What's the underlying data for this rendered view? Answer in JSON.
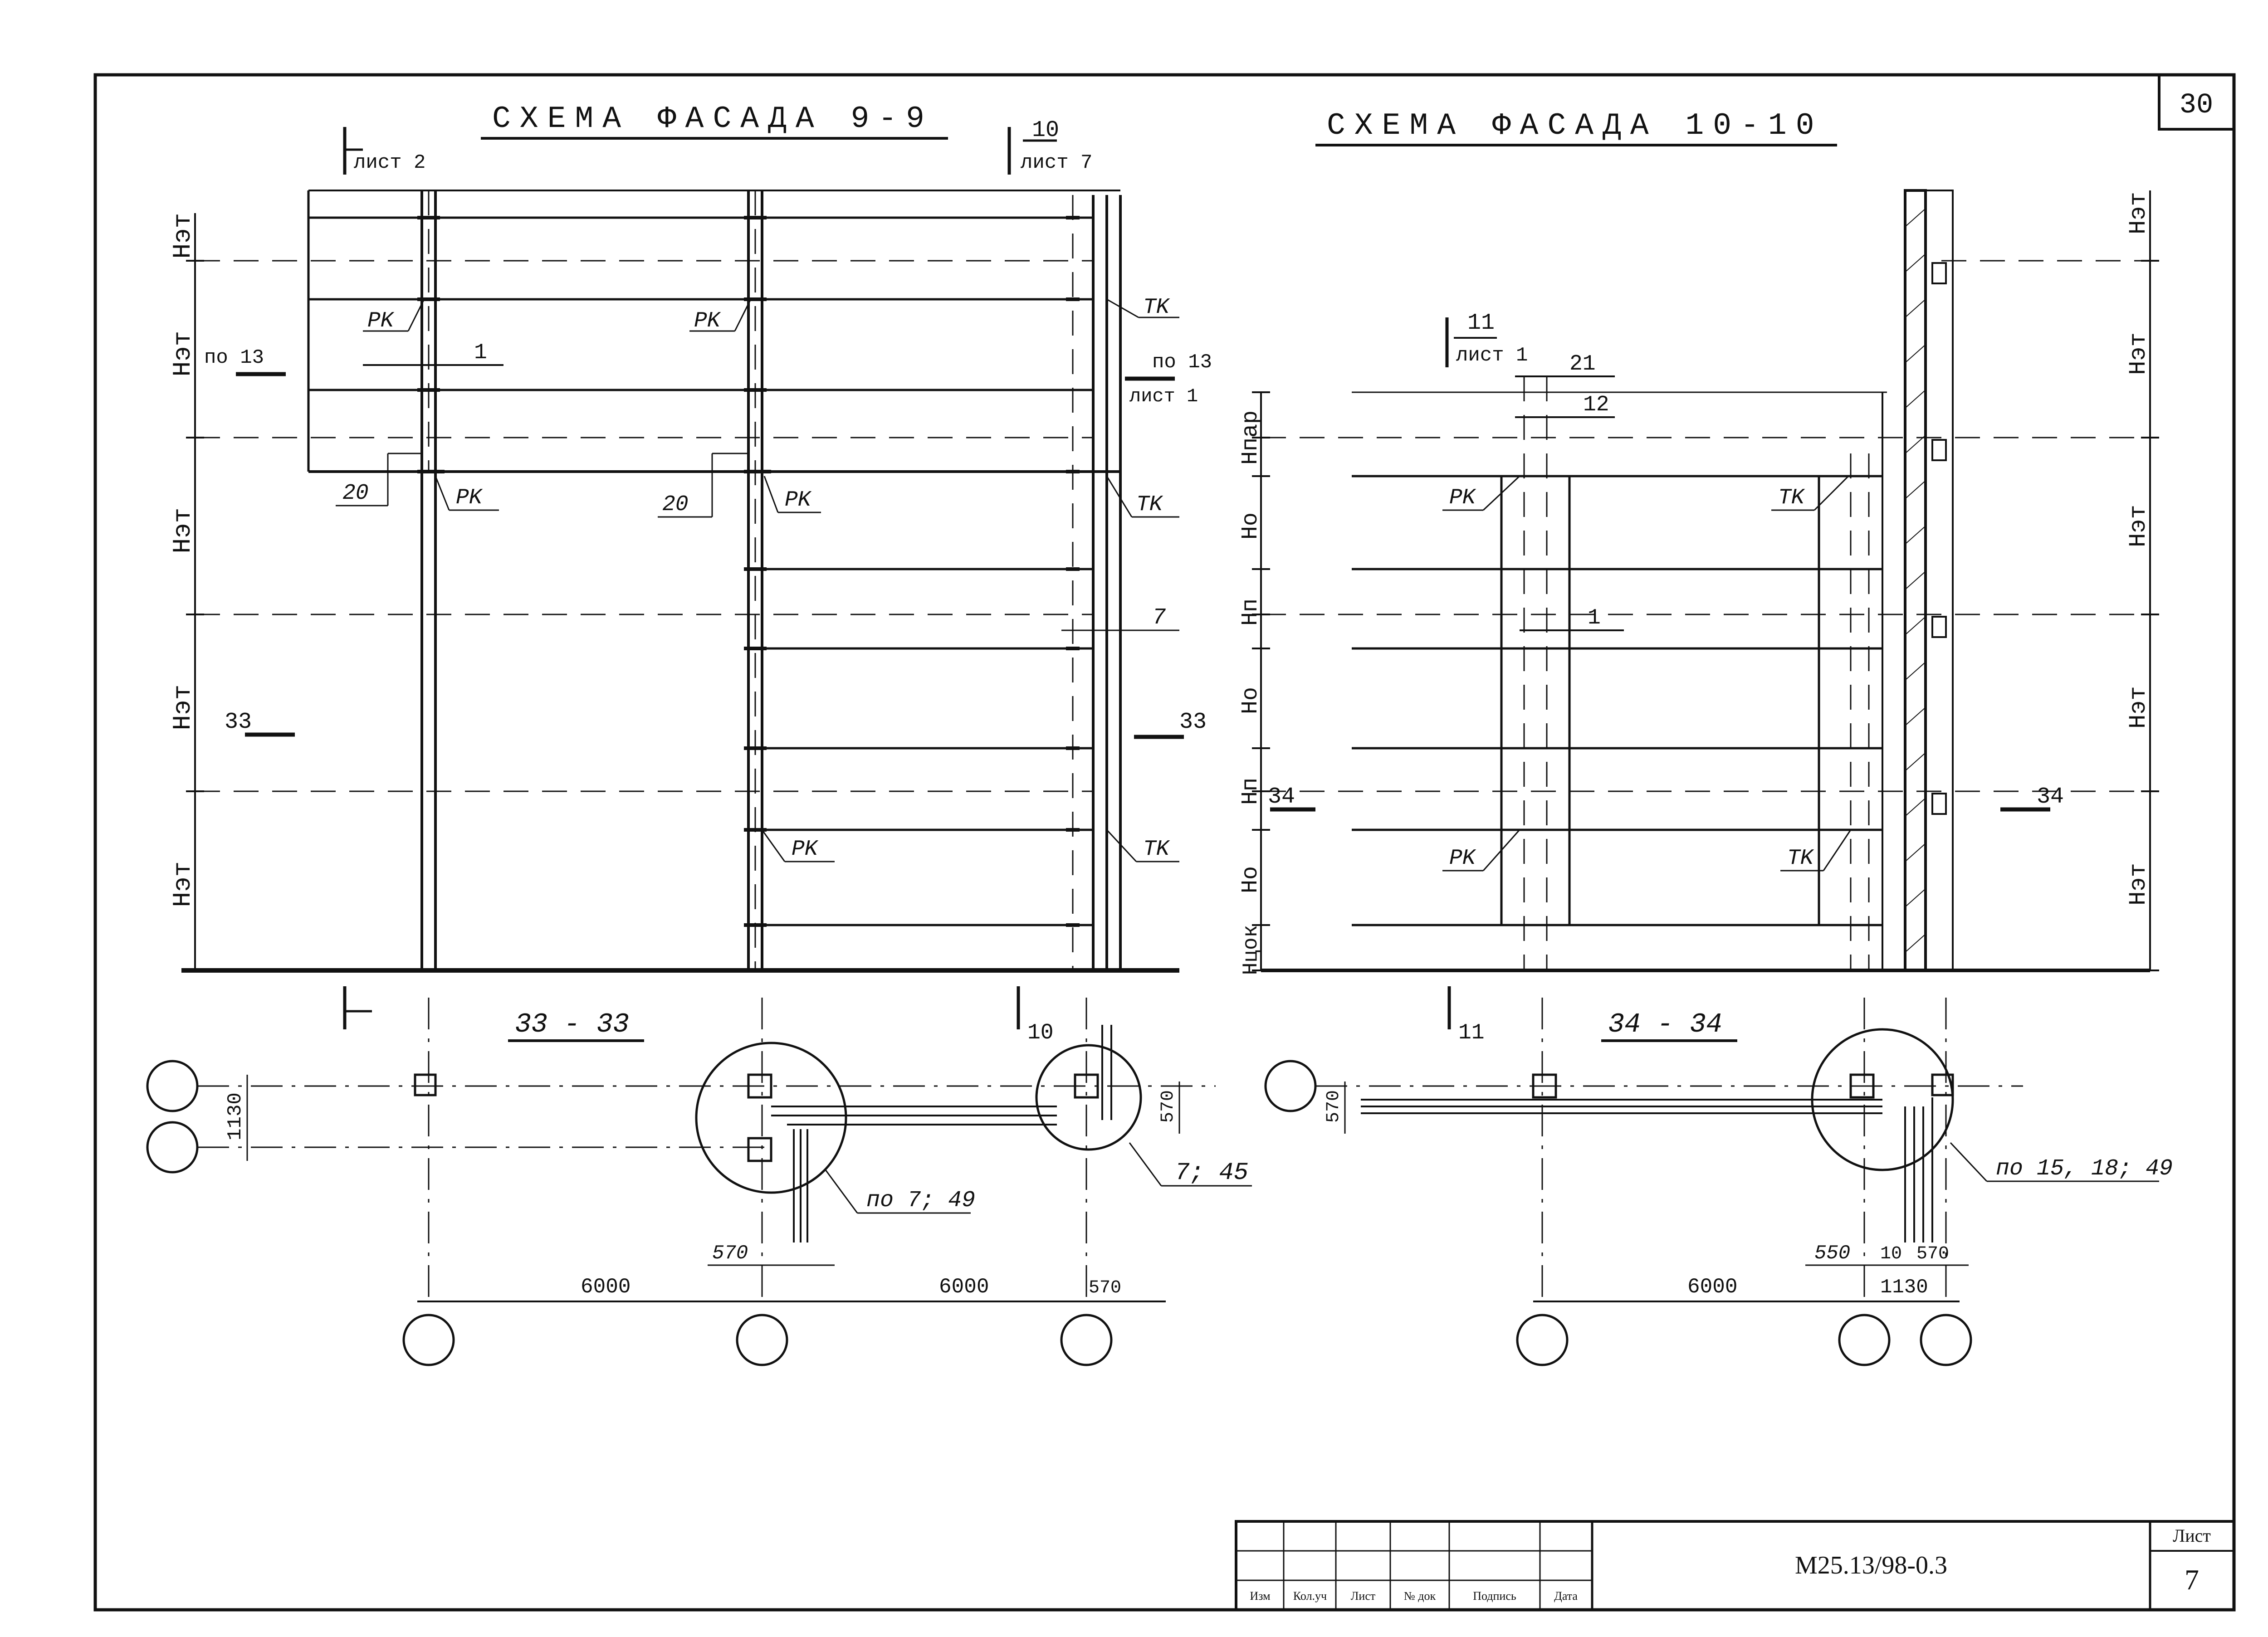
{
  "page_number": "30",
  "facade_9": {
    "title": "СХЕМА ФАСАДА 9-9",
    "ref_left": "лист 2",
    "ref_right_num": "10",
    "ref_right": "лист 7",
    "level_label": "Hэт",
    "callouts": {
      "pk": "PK",
      "tk": "TK",
      "n1": "1",
      "n20": "20",
      "n7": "7"
    },
    "cut_left": "по 13",
    "cut_right": "по 13",
    "cut_right_sheet": "лист 1",
    "cut_33": "33"
  },
  "facade_10": {
    "title": "СХЕМА ФАСАДА 10-10",
    "ref_num": "11",
    "ref_sheet": "лист 1",
    "n21": "21",
    "n12": "12",
    "n1": "1",
    "levels": [
      "Hпар",
      "Hо",
      "Hп",
      "Hо",
      "Hп",
      "Hо",
      "Hцок"
    ],
    "level_right": "Hэт",
    "callouts": {
      "pk": "PK",
      "tk": "TK"
    },
    "cut_34": "34"
  },
  "section_33": {
    "title": "33 - 33",
    "dim_1130": "1130",
    "dim_570a": "570",
    "dim_570b": "570",
    "dim_570c": "570",
    "dim_6000a": "6000",
    "dim_6000b": "6000",
    "note_left": "по 7; 49",
    "note_right": "7; 45",
    "mark_left_10": "10"
  },
  "section_34": {
    "title": "34 - 34",
    "dim_570": "570",
    "dim_6000": "6000",
    "dim_550": "550",
    "dim_10": "10",
    "dim_570b": "570",
    "dim_1130": "1130",
    "note": "по 15, 18; 49",
    "mark_11": "11"
  },
  "title_block": {
    "headers": [
      "Изм",
      "Кол.уч",
      "Лист",
      "№ док",
      "Подпись",
      "Дата"
    ],
    "doc_code": "М25.13/98-0.3",
    "sheet_label": "Лист",
    "sheet_number": "7"
  }
}
